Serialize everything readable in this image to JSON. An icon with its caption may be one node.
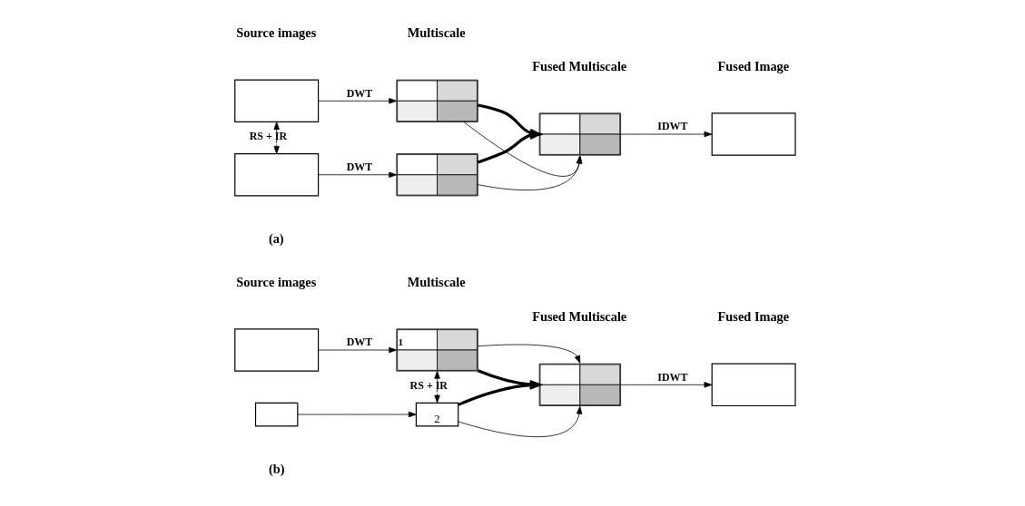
{
  "diagram": {
    "nodes": [
      {
        "text": [],
        "shape": "box",
        "beside": [
          "Source images"
        ]
      },
      {
        "text": [],
        "shape": "box"
      },
      {
        "text": [],
        "shape": "grid",
        "beside": [
          "Multiscale"
        ]
      },
      {
        "text": [],
        "shape": "grid"
      },
      {
        "text": [],
        "shape": "grid",
        "beside": [
          "Fused Multiscale"
        ]
      },
      {
        "text": [],
        "shape": "box",
        "beside": [
          "Fused Image"
        ]
      },
      {
        "text": [],
        "shape": "box",
        "beside": [
          "Source images"
        ]
      },
      {
        "text": [],
        "shape": "box"
      },
      {
        "text": [
          "1"
        ],
        "beside": [
          "Multiscale"
        ]
      },
      {
        "text": [
          "2"
        ]
      },
      {
        "text": [],
        "shape": "grid",
        "beside": [
          "Fused Multiscale"
        ]
      },
      {
        "text": [],
        "shape": "box",
        "beside": [
          "Fused Image"
        ]
      }
    ],
    "edges": [
      {
        "from": 0,
        "to": 1,
        "arrow": "both",
        "style": "dashed",
        "label": "RS + IR"
      },
      {
        "from": 0,
        "to": 2,
        "arrow": "to",
        "label": "DWT"
      },
      {
        "from": 1,
        "to": 3,
        "arrow": "to",
        "label": "DWT"
      },
      {
        "from": 2,
        "to": 4,
        "arrow": "to",
        "style": "thick"
      },
      {
        "from": 3,
        "to": 4,
        "arrow": "to",
        "style": "thick"
      },
      {
        "from": 2,
        "to": 4,
        "arrow": "to"
      },
      {
        "from": 3,
        "to": 4,
        "arrow": "to"
      },
      {
        "from": 4,
        "to": 5,
        "arrow": "to",
        "label": "IDWT"
      },
      {
        "from": 6,
        "to": 8,
        "arrow": "to",
        "label": "DWT"
      },
      {
        "from": 7,
        "to": 9,
        "arrow": "to"
      },
      {
        "from": 8,
        "to": 9,
        "arrow": "both",
        "style": "dashed",
        "label": "RS + IR"
      },
      {
        "from": 8,
        "to": 10,
        "arrow": "to",
        "style": "thick"
      },
      {
        "from": 9,
        "to": 10,
        "arrow": "to",
        "style": "thick"
      },
      {
        "from": 8,
        "to": 10,
        "arrow": "to"
      },
      {
        "from": 9,
        "to": 10,
        "arrow": "to"
      },
      {
        "from": 10,
        "to": 11,
        "arrow": "to",
        "label": "IDWT"
      }
    ],
    "labels": [
      "(a)",
      "(b)"
    ]
  }
}
